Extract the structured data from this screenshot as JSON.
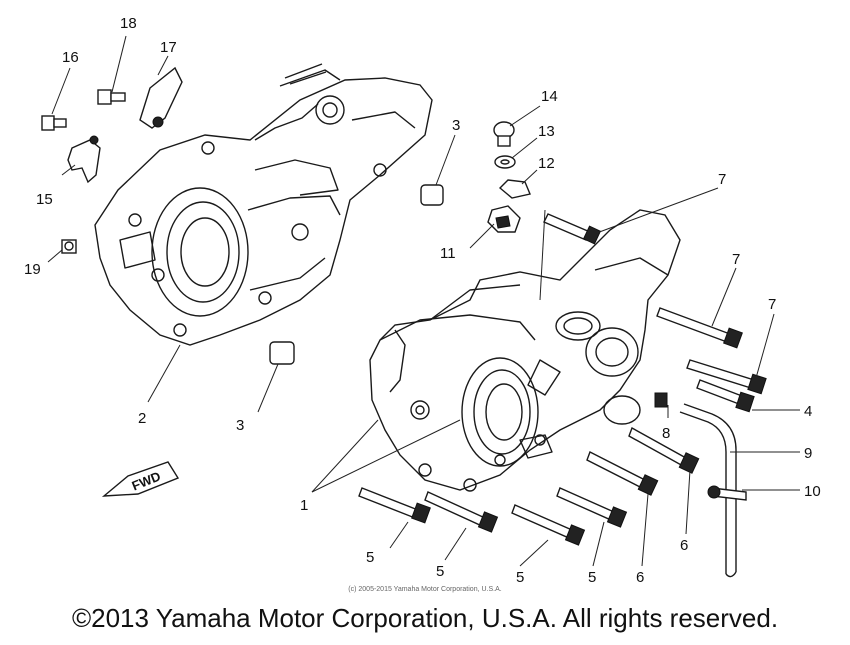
{
  "diagram": {
    "callouts": [
      "18",
      "17",
      "16",
      "15",
      "19",
      "3",
      "2",
      "3",
      "14",
      "13",
      "12",
      "7",
      "11",
      "7",
      "7",
      "4",
      "8",
      "9",
      "10",
      "1",
      "5",
      "5",
      "5",
      "5",
      "6",
      "6"
    ],
    "fwd_badge": "FWD"
  },
  "small_copyright": "(c) 2005-2015 Yamaha Motor Corporation, U.S.A.",
  "footer": "©2013 Yamaha Motor Corporation, U.S.A. All rights reserved."
}
